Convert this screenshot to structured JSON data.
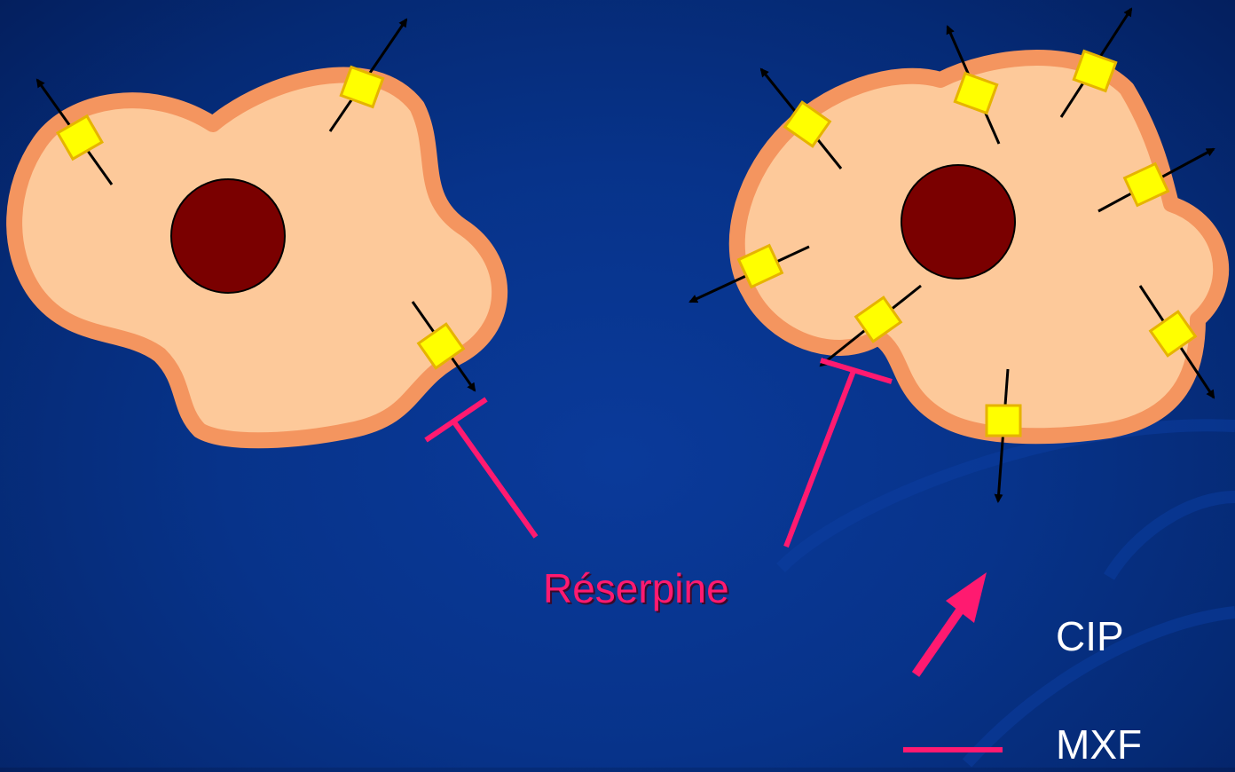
{
  "labels": {
    "reserpine": "Réserpine",
    "cip": "CIP",
    "mxf": "MXF"
  },
  "colors": {
    "background": "#07338a",
    "cell_membrane": "#f4955f",
    "cytoplasm": "#fdc99a",
    "nucleus": "#7a0000",
    "pump": "#ffff00",
    "inhibitor": "#ff1a70",
    "efflux_arrow": "#000000",
    "legend_text": "#ffffff"
  }
}
